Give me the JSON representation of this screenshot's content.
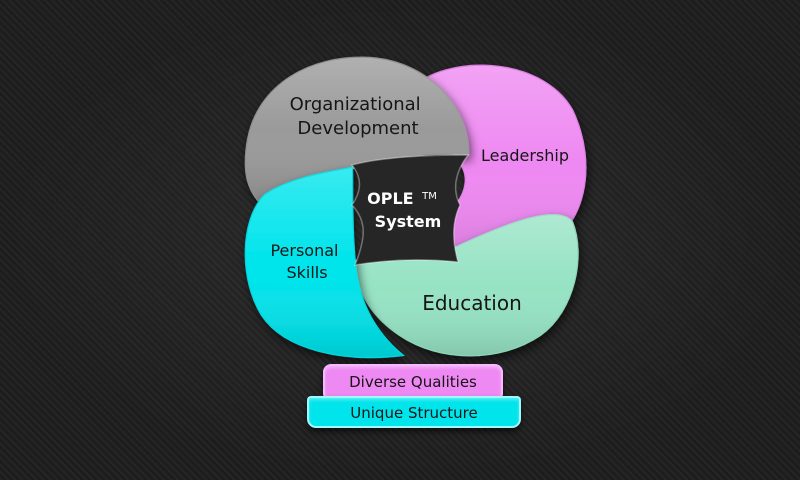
{
  "diagram": {
    "center": {
      "line1": "OPLE",
      "tm": "TM",
      "line2": "System",
      "color": "#262626"
    },
    "petals": [
      {
        "id": "organizational",
        "label_lines": [
          "Organizational",
          "Development"
        ],
        "color": "#9a9a9a"
      },
      {
        "id": "leadership",
        "label_lines": [
          "Leadership"
        ],
        "color": "#ee88f2"
      },
      {
        "id": "personal",
        "label_lines": [
          "Personal",
          "Skills"
        ],
        "color": "#00e4ec"
      },
      {
        "id": "education",
        "label_lines": [
          "Education"
        ],
        "color": "#96e3c4"
      }
    ],
    "base": {
      "top_label": "Diverse Qualities",
      "top_color": "#ee88f2",
      "bottom_label": "Unique Structure",
      "bottom_color": "#00e4ec"
    }
  }
}
